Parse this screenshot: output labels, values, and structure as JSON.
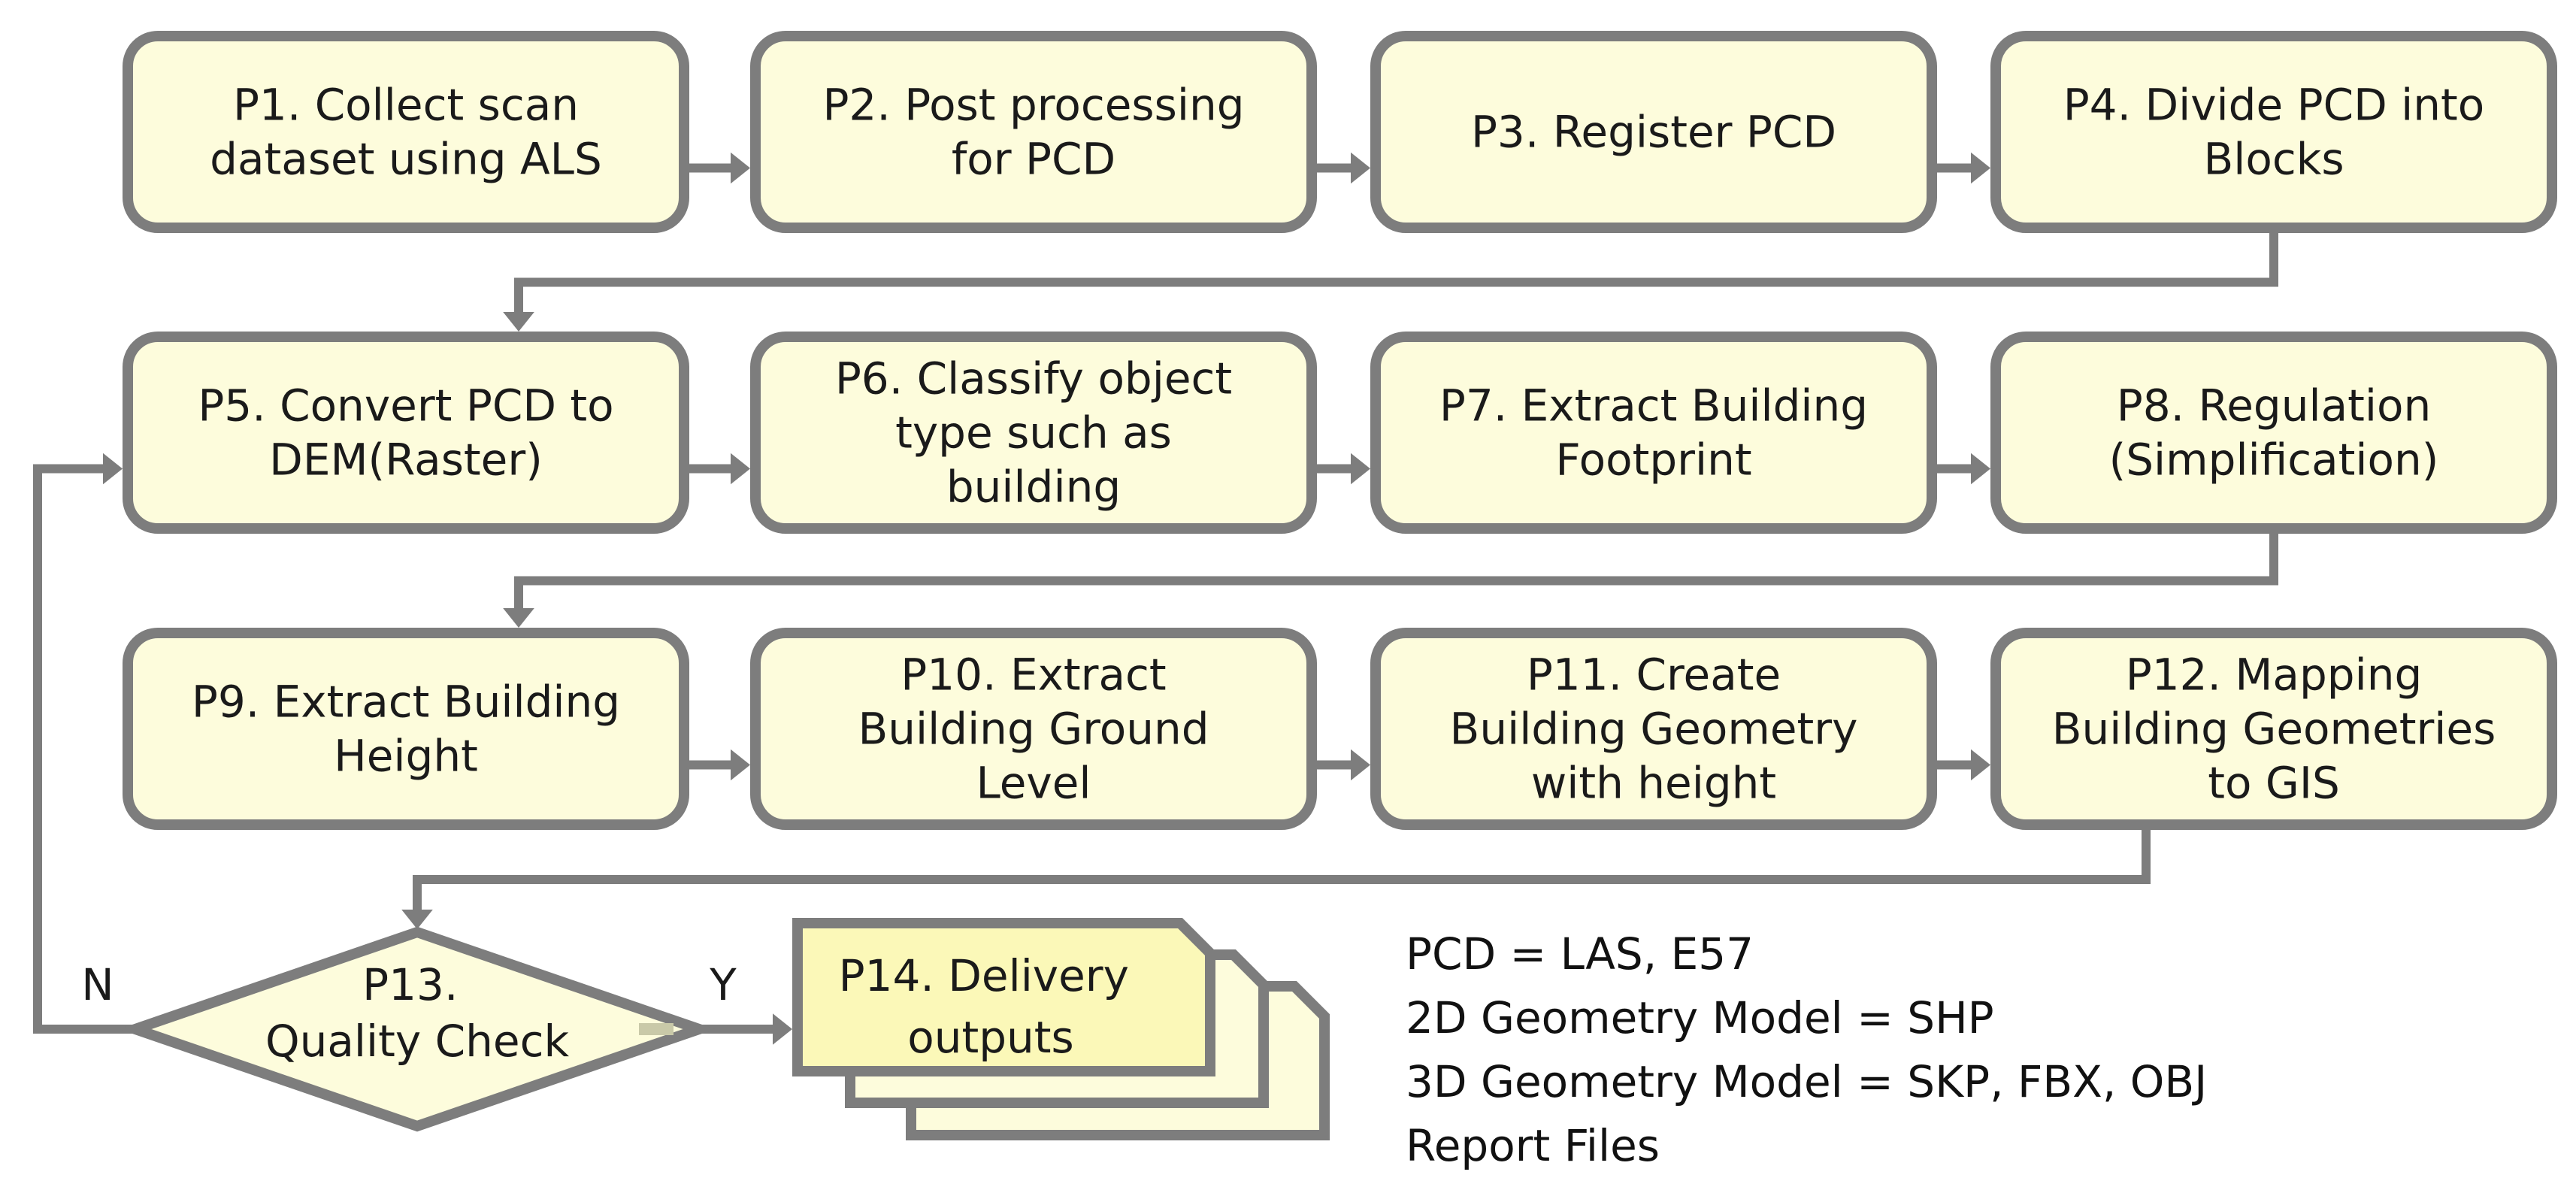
{
  "steps": [
    {
      "id": "p1",
      "lines": [
        "P1. Collect scan",
        "dataset using ALS"
      ]
    },
    {
      "id": "p2",
      "lines": [
        "P2. Post processing",
        "for PCD"
      ]
    },
    {
      "id": "p3",
      "lines": [
        "P3. Register PCD"
      ]
    },
    {
      "id": "p4",
      "lines": [
        "P4. Divide PCD into",
        "Blocks"
      ]
    },
    {
      "id": "p5",
      "lines": [
        "P5. Convert PCD to",
        "DEM(Raster)"
      ]
    },
    {
      "id": "p6",
      "lines": [
        "P6. Classify object",
        "type such as",
        "building"
      ]
    },
    {
      "id": "p7",
      "lines": [
        "P7. Extract Building",
        "Footprint"
      ]
    },
    {
      "id": "p8",
      "lines": [
        "P8. Regulation",
        "(Simplification)"
      ]
    },
    {
      "id": "p9",
      "lines": [
        "P9. Extract Building",
        "Height"
      ]
    },
    {
      "id": "p10",
      "lines": [
        "P10. Extract",
        "Building Ground",
        "Level"
      ]
    },
    {
      "id": "p11",
      "lines": [
        "P11. Create",
        "Building Geometry",
        "with height"
      ]
    },
    {
      "id": "p12",
      "lines": [
        "P12. Mapping",
        "Building Geometries",
        "to GIS"
      ]
    }
  ],
  "decision": {
    "lines": [
      "P13.",
      "Quality Check"
    ],
    "no_label": "N",
    "yes_label": "Y"
  },
  "delivery": {
    "lines": [
      "P14. Delivery",
      "outputs"
    ]
  },
  "legend": {
    "lines": [
      "PCD = LAS, E57",
      "2D Geometry Model = SHP",
      "3D Geometry Model = SKP, FBX, OBJ",
      "Report Files"
    ]
  },
  "colors": {
    "box_fill": "#fdfcdc",
    "border": "#7d7d7d",
    "doc_fill": "#fbf8b8",
    "text": "#1a1a1a"
  }
}
